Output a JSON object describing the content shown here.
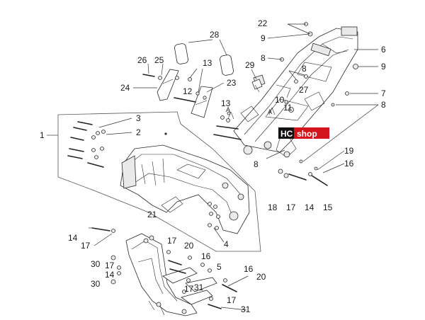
{
  "labels": {
    "l1": "1",
    "l2": "2",
    "l3": "3",
    "l4": "4",
    "l5": "5",
    "l6": "6",
    "l7": "7",
    "l8a": "8",
    "l8b": "8",
    "l8c": "8",
    "l9a": "9",
    "l9b": "9",
    "l10": "10",
    "l11": "11",
    "l12": "12",
    "l13a": "13",
    "l13b": "13",
    "l14a": "14",
    "l14b": "14",
    "l14c": "14",
    "l15": "15",
    "l16a": "16",
    "l16b": "16",
    "l16c": "16",
    "l17a": "17",
    "l17b": "17",
    "l17c": "17",
    "l17d": "17",
    "l17e": "17",
    "l18": "18",
    "l19": "19",
    "l20a": "20",
    "l20b": "20",
    "l21": "21",
    "l22": "22",
    "l23": "23",
    "l24": "24",
    "l25": "25",
    "l26": "26",
    "l27": "27",
    "l28": "28",
    "l29": "29",
    "l30a": "30",
    "l30b": "30",
    "l31a": "31",
    "l31b": "31",
    "arrowA1": "A",
    "arrowA2": "A"
  },
  "logo": {
    "hc": "HC",
    "shop": "shop"
  },
  "colors": {
    "logo_red": "#d4141c",
    "logo_black": "#111111",
    "line": "#2a2a2a"
  }
}
